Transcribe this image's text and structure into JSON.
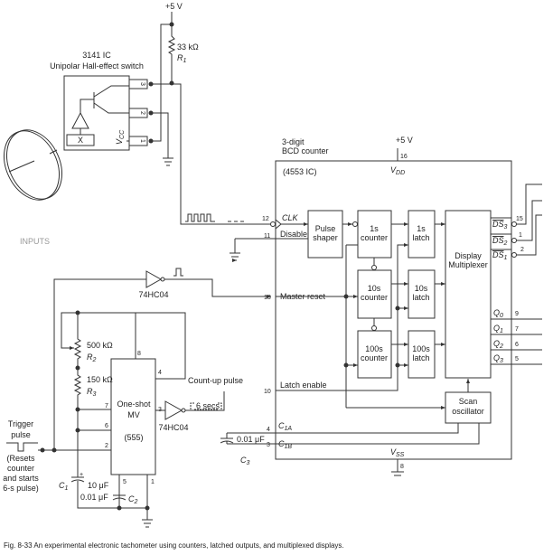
{
  "supply": {
    "top": "+5 V",
    "ic": "+5 V"
  },
  "r1": {
    "value": "33 kΩ",
    "name": "R",
    "sub": "1"
  },
  "hall": {
    "title": "3141 IC",
    "subtitle": "Unipolar Hall-effect switch",
    "x_label": "X",
    "vcc": "V",
    "vcc_sub": "CC",
    "pins": [
      "3",
      "2",
      "1"
    ]
  },
  "inputs_label": "INPUTS",
  "counter": {
    "title1": "3-digit",
    "title2": "BCD counter",
    "part": "(4553 IC)",
    "vdd": "V",
    "vdd_sub": "DD",
    "vss": "V",
    "vss_sub": "SS",
    "pin_vdd": "16",
    "pin_vss": "8",
    "clk": "CLK",
    "clk_pin": "12",
    "disable": "Disable",
    "disable_pin": "11",
    "master_reset": "Master reset",
    "mr_pin": "13",
    "latch_enable": "Latch enable",
    "le_pin": "10",
    "c1a": "C",
    "c1a_sub": "1A",
    "c1a_pin": "4",
    "c1b": "C",
    "c1b_sub": "1B",
    "c1b_pin": "3",
    "blocks": {
      "pulse1": "Pulse",
      "pulse2": "shaper",
      "c1a": "1s",
      "c1b": "counter",
      "c10a": "10s",
      "c10b": "counter",
      "c100a": "100s",
      "c100b": "counter",
      "l1a": "1s",
      "l1b": "latch",
      "l10a": "10s",
      "l10b": "latch",
      "l100a": "100s",
      "l100b": "latch",
      "mux1": "Display",
      "mux2": "Multiplexer",
      "osc1": "Scan",
      "osc2": "oscillator"
    },
    "ds": [
      {
        "label": "DS",
        "sub": "3",
        "pin": "15"
      },
      {
        "label": "DS",
        "sub": "2",
        "pin": "1"
      },
      {
        "label": "DS",
        "sub": "1",
        "pin": "2"
      }
    ],
    "q": [
      {
        "label": "Q",
        "sub": "0",
        "pin": "9"
      },
      {
        "label": "Q",
        "sub": "1",
        "pin": "7"
      },
      {
        "label": "Q",
        "sub": "2",
        "pin": "6"
      },
      {
        "label": "Q",
        "sub": "3",
        "pin": "5"
      }
    ]
  },
  "inverter": {
    "top": "74HC04",
    "bottom": "74HC04"
  },
  "timer": {
    "l1": "One-shot",
    "l2": "MV",
    "l3": "(555)",
    "pins": {
      "p8": "8",
      "p4": "4",
      "p7": "7",
      "p6": "6",
      "p2": "2",
      "p3": "3",
      "p5": "5",
      "p1": "1"
    }
  },
  "r2": {
    "value": "500 kΩ",
    "name": "R",
    "sub": "2"
  },
  "r3": {
    "value": "150 kΩ",
    "name": "R",
    "sub": "3"
  },
  "c1": {
    "name": "C",
    "sub": "1",
    "plus": "+",
    "value": "10 μF"
  },
  "c2": {
    "name": "C",
    "sub": "2",
    "value": "0.01 μF"
  },
  "c3": {
    "name": "C",
    "sub": "3",
    "value": "0.01 μF"
  },
  "count_up": "Count-up pulse",
  "six_secs": "6 secs",
  "trigger": {
    "l1": "Trigger",
    "l2": "pulse",
    "n1": "(Resets",
    "n2": "counter",
    "n3": "and starts",
    "n4": "6-s pulse)"
  },
  "caption": "Fig. 8-33  An experimental electronic tachometer using counters, latched outputs, and multiplexed displays."
}
